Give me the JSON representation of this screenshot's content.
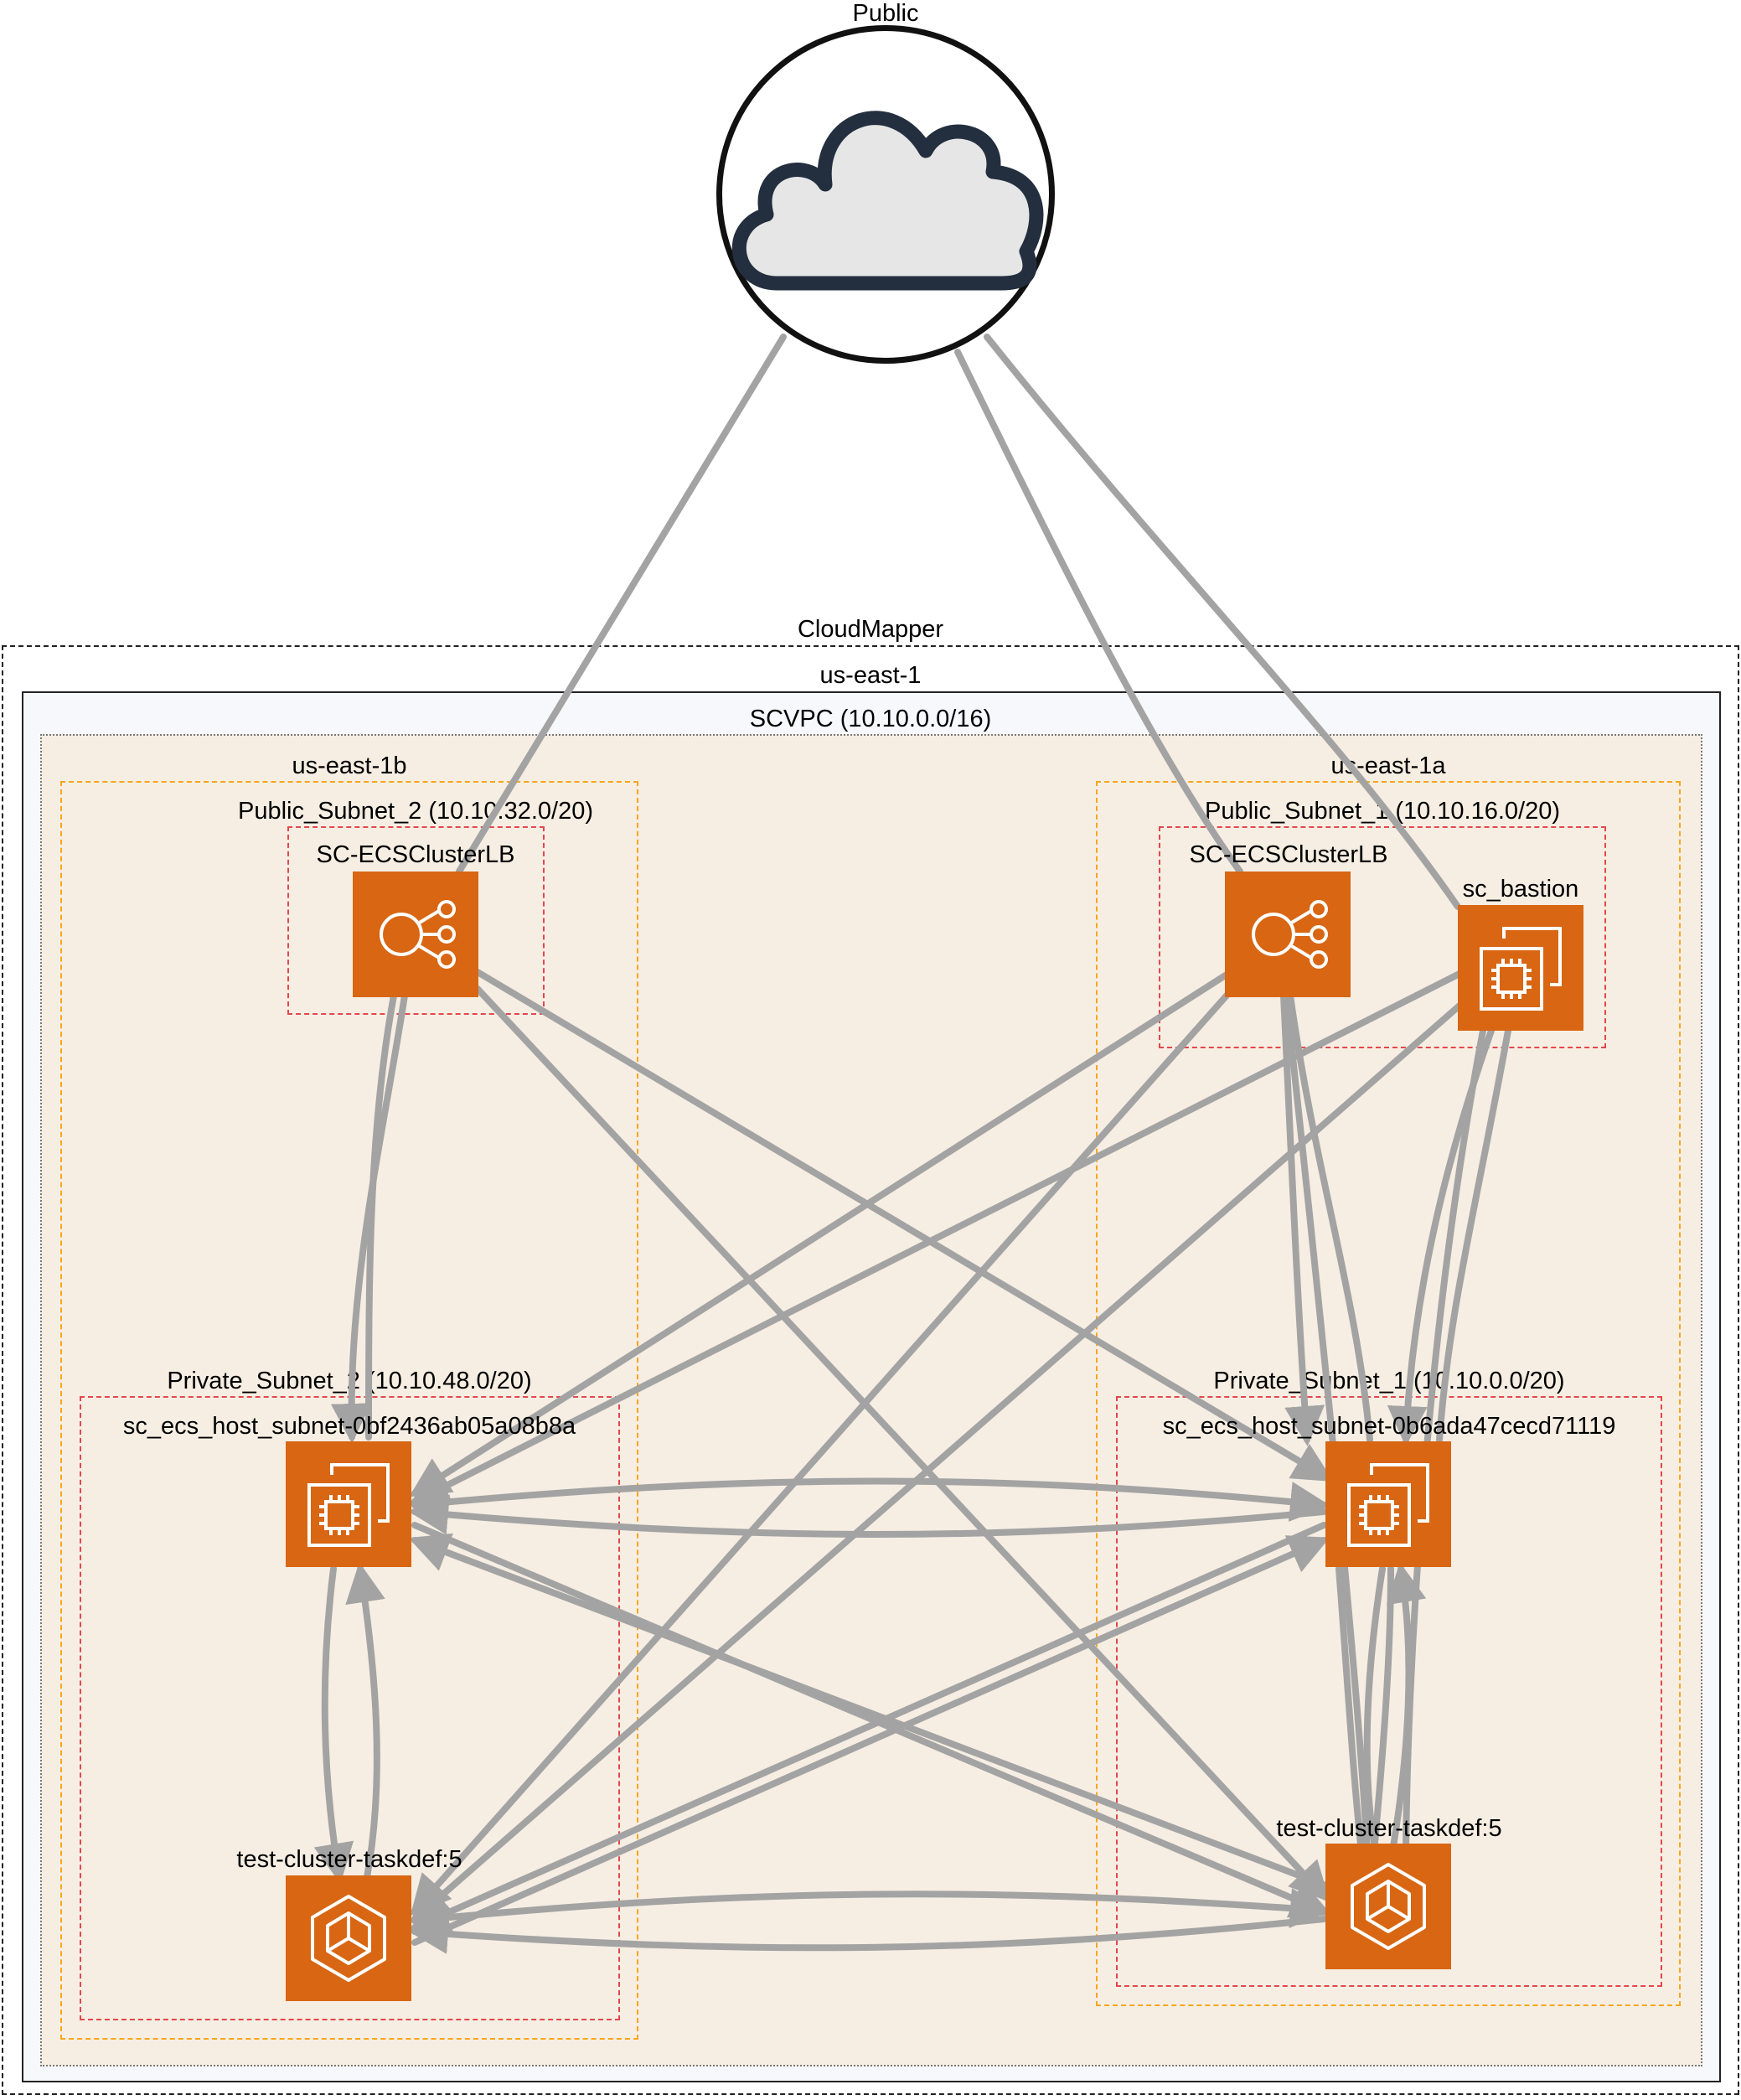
{
  "public": {
    "label": "Public",
    "icon": "cloud-icon"
  },
  "cloudmapper": {
    "label": "CloudMapper"
  },
  "region": {
    "label": "us-east-1"
  },
  "vpc": {
    "label": "SCVPC (10.10.0.0/16)"
  },
  "azs": [
    {
      "label": "us-east-1b"
    },
    {
      "label": "us-east-1a"
    }
  ],
  "subnets": {
    "public_2": {
      "label": "Public_Subnet_2 (10.10.32.0/20)"
    },
    "public_1": {
      "label": "Public_Subnet_1 (10.10.16.0/20)"
    },
    "private_2": {
      "label": "Private_Subnet_2 (10.10.48.0/20)"
    },
    "private_1": {
      "label": "Private_Subnet_1 (10.10.0.0/20)"
    }
  },
  "nodes": {
    "lb_b": {
      "label": "SC-ECSClusterLB",
      "icon": "load-balancer-icon"
    },
    "lb_a": {
      "label": "SC-ECSClusterLB",
      "icon": "load-balancer-icon"
    },
    "bastion": {
      "label": "sc_bastion",
      "icon": "ec2-instance-icon"
    },
    "host_b": {
      "label": "sc_ecs_host_subnet-0bf2436ab05a08b8a",
      "icon": "ec2-instance-icon"
    },
    "host_a": {
      "label": "sc_ecs_host_subnet-0b6ada47cecd71119",
      "icon": "ec2-instance-icon"
    },
    "task_b": {
      "label": "test-cluster-taskdef:5",
      "icon": "ecs-container-icon"
    },
    "task_a": {
      "label": "test-cluster-taskdef:5",
      "icon": "ecs-container-icon"
    }
  },
  "colors": {
    "node_fill": "#d86613",
    "edge": "#a3a3a3",
    "az_border": "#f7a61b",
    "subnet_border": "#e4474c",
    "vpc_fill": "#f6eee3",
    "region_fill": "#f7f8fb"
  }
}
